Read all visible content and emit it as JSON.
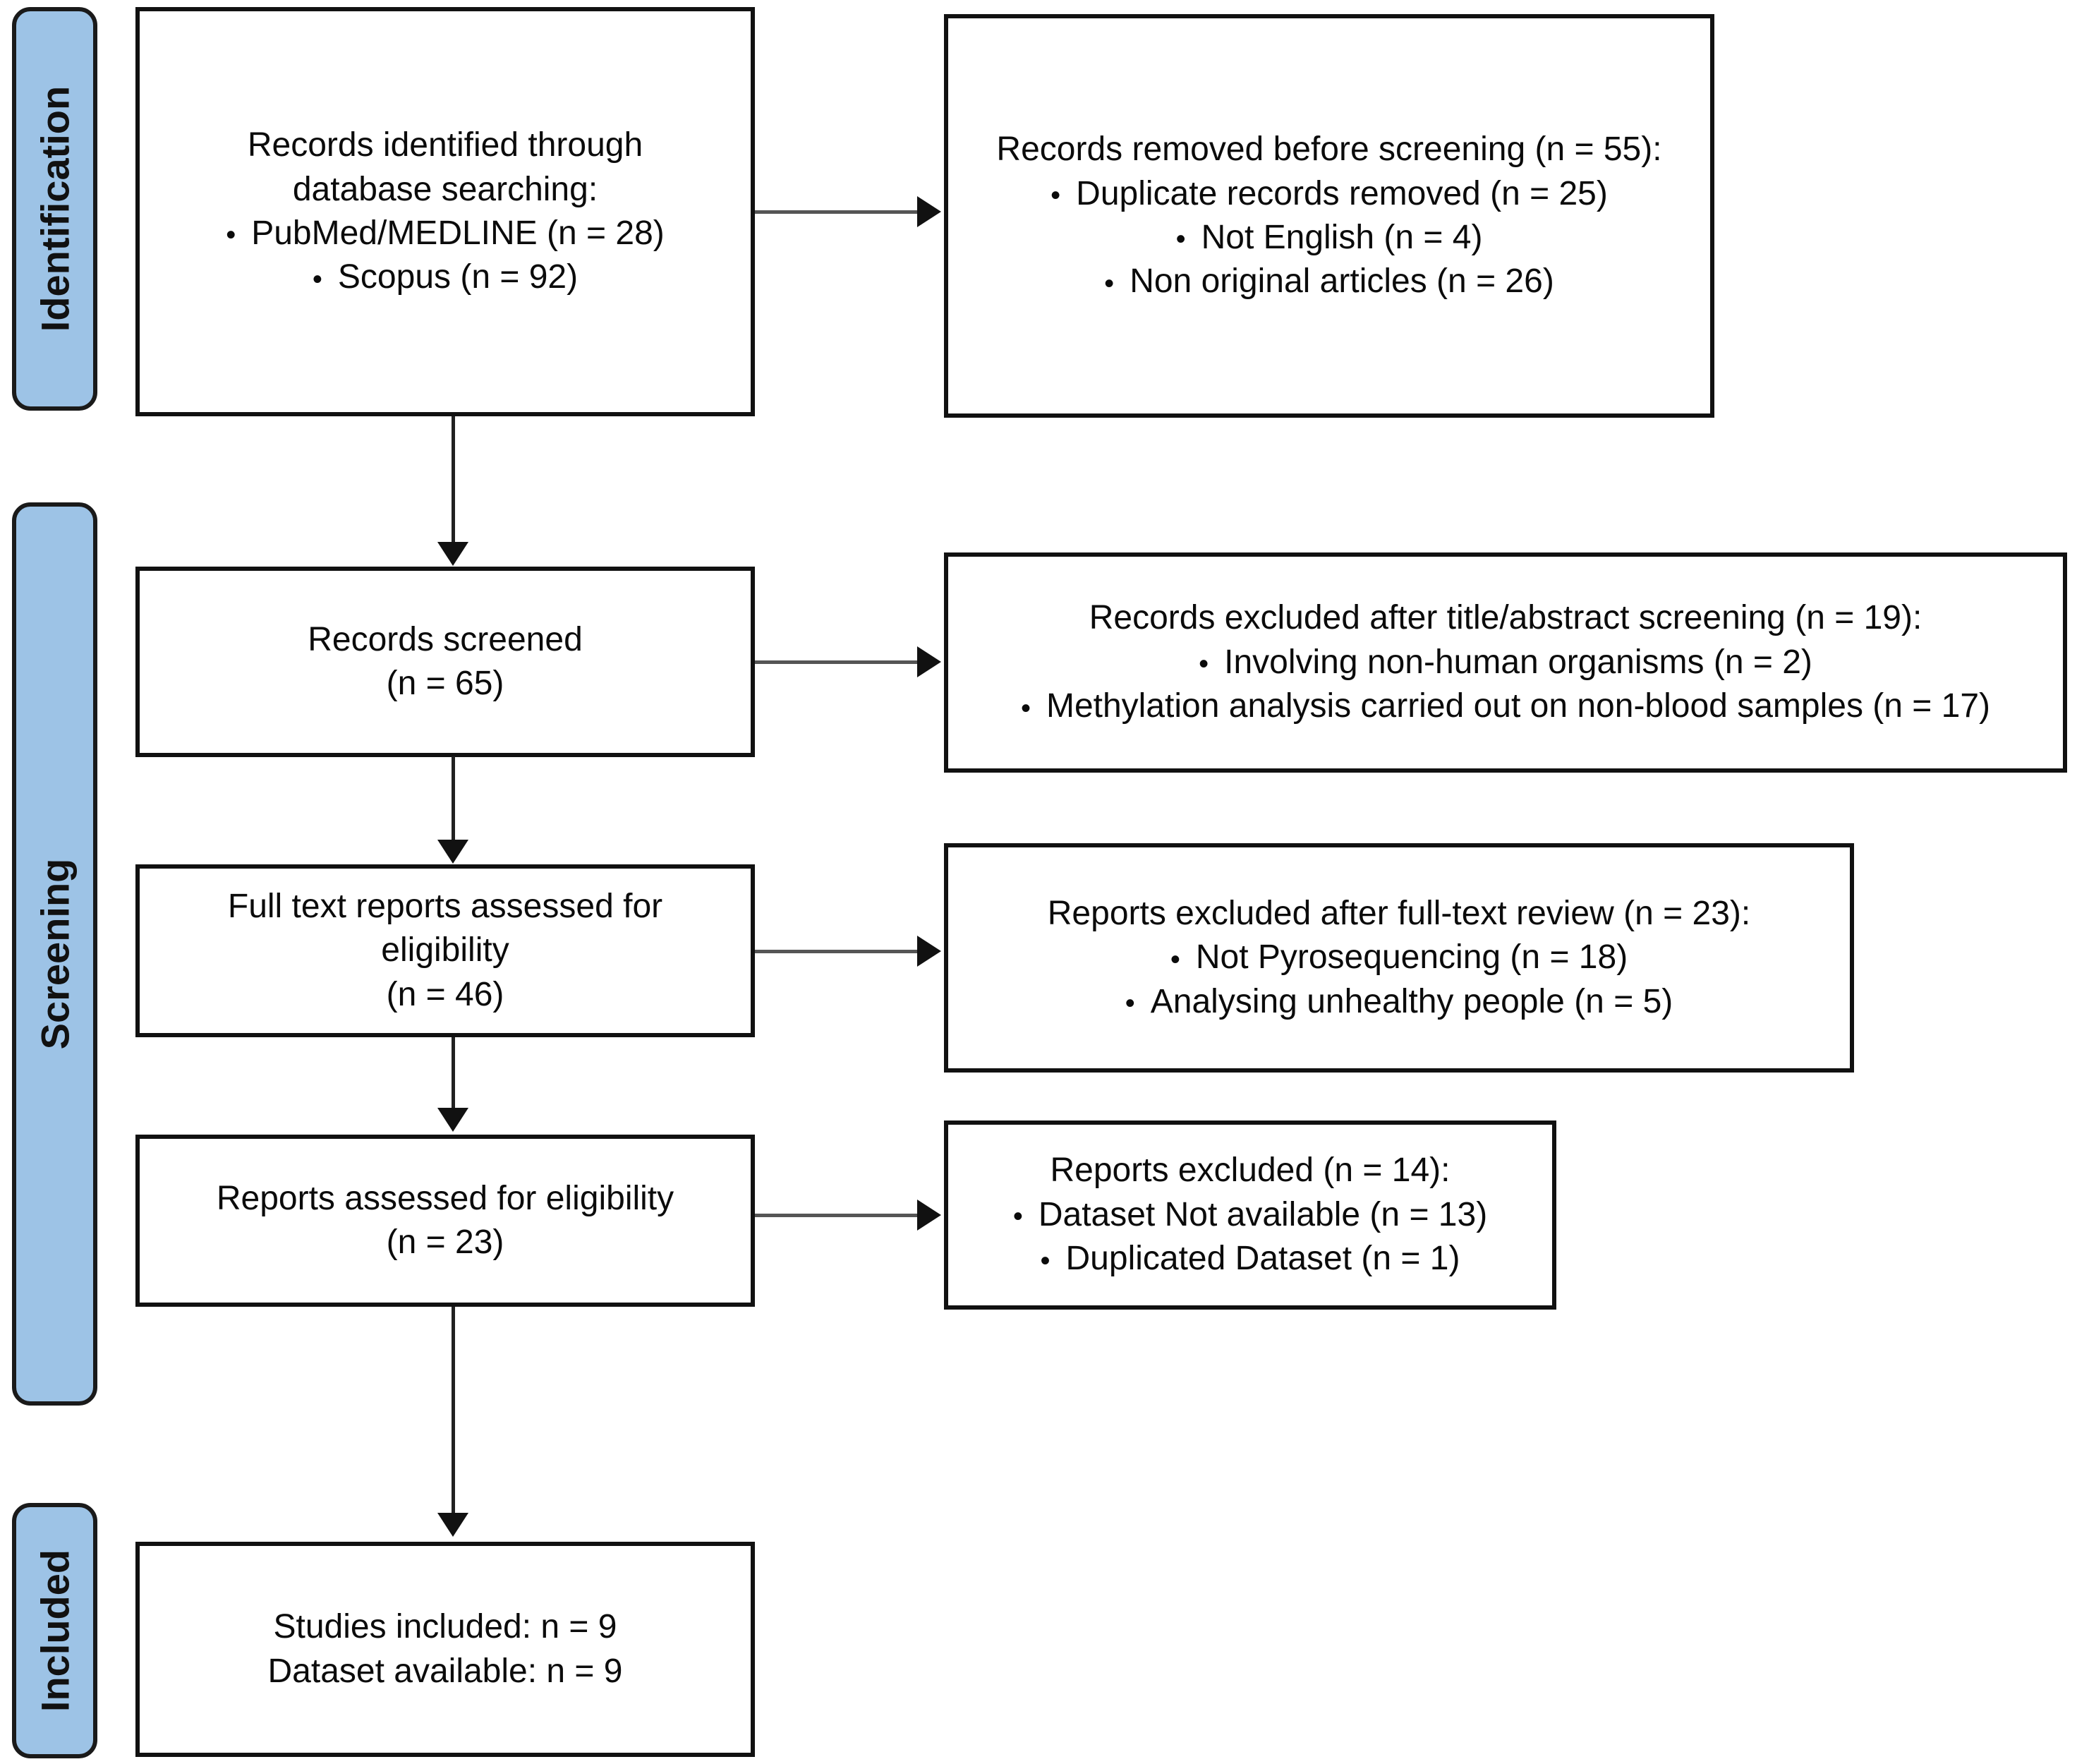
{
  "diagram": {
    "type": "prisma-flow-diagram",
    "stages": [
      {
        "id": "identification",
        "label": "Identification"
      },
      {
        "id": "screening",
        "label": "Screening"
      },
      {
        "id": "included",
        "label": "Included"
      }
    ],
    "boxes": {
      "identified": {
        "lines": [
          {
            "text": "Records identified through",
            "bullet": false
          },
          {
            "text": "database searching:",
            "bullet": false
          },
          {
            "text": "PubMed/MEDLINE (n = 28)",
            "bullet": true
          },
          {
            "text": "Scopus (n = 92)",
            "bullet": true
          }
        ]
      },
      "removed_before_screening": {
        "lines": [
          {
            "text": "Records removed before screening (n = 55):",
            "bullet": false
          },
          {
            "text": "Duplicate records removed (n = 25)",
            "bullet": true
          },
          {
            "text": "Not English (n = 4)",
            "bullet": true
          },
          {
            "text": "Non original articles (n = 26)",
            "bullet": true
          }
        ]
      },
      "records_screened": {
        "lines": [
          {
            "text": "Records screened",
            "bullet": false
          },
          {
            "text": "(n = 65)",
            "bullet": false
          }
        ]
      },
      "excluded_title_abstract": {
        "lines": [
          {
            "text": "Records excluded after title/abstract screening (n = 19):",
            "bullet": false
          },
          {
            "text": "Involving non-human organisms (n = 2)",
            "bullet": true
          },
          {
            "text": "Methylation analysis carried out on non-blood samples (n = 17)",
            "bullet": true
          }
        ]
      },
      "full_text_assessed": {
        "lines": [
          {
            "text": "Full text reports assessed for",
            "bullet": false
          },
          {
            "text": "eligibility",
            "bullet": false
          },
          {
            "text": "(n = 46)",
            "bullet": false
          }
        ]
      },
      "excluded_full_text": {
        "lines": [
          {
            "text": "Reports excluded after full-text review (n = 23):",
            "bullet": false
          },
          {
            "text": "Not Pyrosequencing (n = 18)",
            "bullet": true
          },
          {
            "text": "Analysing unhealthy people (n = 5)",
            "bullet": true
          }
        ]
      },
      "reports_assessed": {
        "lines": [
          {
            "text": "Reports assessed for eligibility",
            "bullet": false
          },
          {
            "text": "(n = 23)",
            "bullet": false
          }
        ]
      },
      "reports_excluded": {
        "lines": [
          {
            "text": "Reports excluded (n = 14):",
            "bullet": false
          },
          {
            "text": "Dataset Not available (n = 13)",
            "bullet": true
          },
          {
            "text": "Duplicated Dataset (n = 1)",
            "bullet": true
          }
        ]
      },
      "studies_included": {
        "lines": [
          {
            "text": "Studies included: n = 9",
            "bullet": false
          },
          {
            "text": "Dataset available: n = 9",
            "bullet": false
          }
        ]
      }
    },
    "colors": {
      "stage_bar_fill": "#9DC3E6",
      "stage_bar_border": "#1a1a1a",
      "box_border": "#111111",
      "connector": "#222222",
      "background": "#ffffff"
    }
  }
}
